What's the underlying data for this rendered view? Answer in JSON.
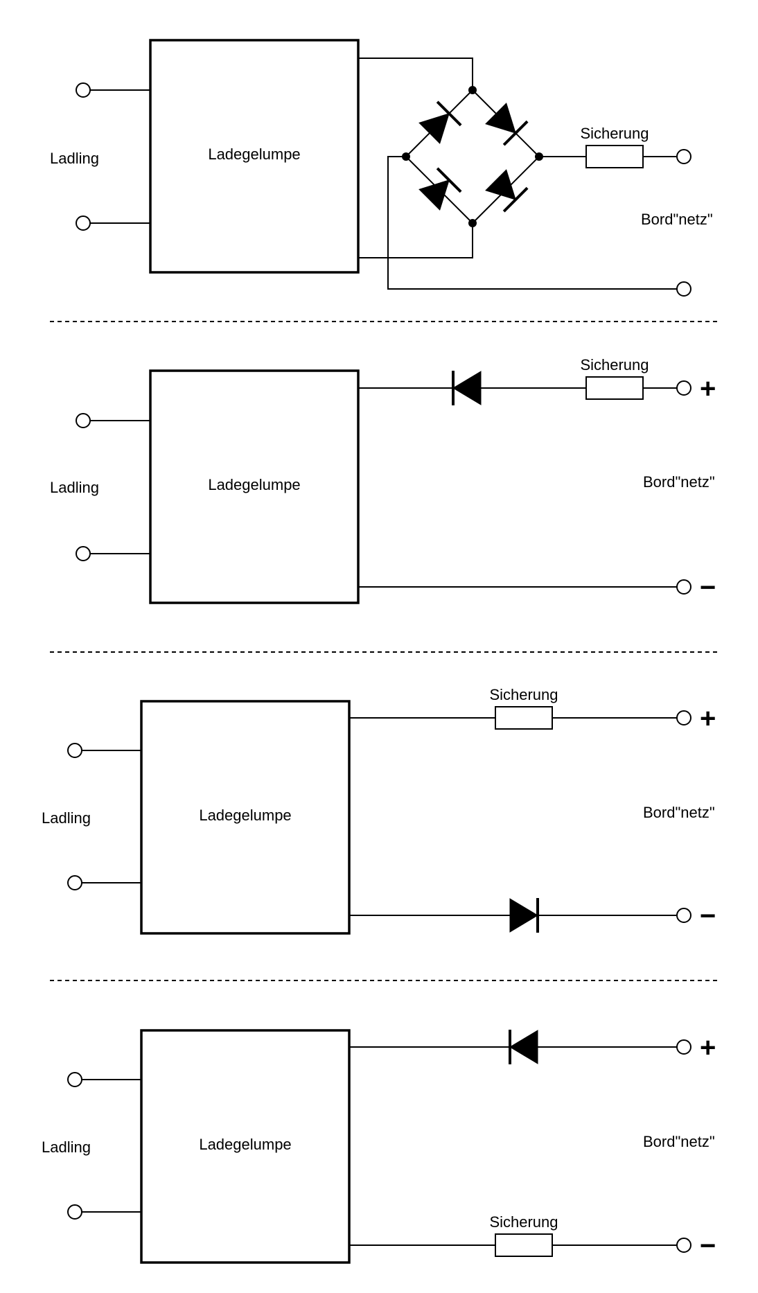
{
  "diagram": {
    "panels": [
      {
        "id": "bridge",
        "input_label": "Ladling",
        "box_label": "Ladegelumpe",
        "fuse_label": "Sicherung",
        "output_label": "Bord\"netz\"",
        "plus_sign": "",
        "minus_sign": ""
      },
      {
        "id": "diode-plus",
        "input_label": "Ladling",
        "box_label": "Ladegelumpe",
        "fuse_label": "Sicherung",
        "output_label": "Bord\"netz\"",
        "plus_sign": "+",
        "minus_sign": "−"
      },
      {
        "id": "diode-minus",
        "input_label": "Ladling",
        "box_label": "Ladegelumpe",
        "fuse_label": "Sicherung",
        "output_label": "Bord\"netz\"",
        "plus_sign": "+",
        "minus_sign": "−"
      },
      {
        "id": "diode-plus-fuse-minus",
        "input_label": "Ladling",
        "box_label": "Ladegelumpe",
        "fuse_label": "Sicherung",
        "output_label": "Bord\"netz\"",
        "plus_sign": "+",
        "minus_sign": "−"
      }
    ]
  }
}
